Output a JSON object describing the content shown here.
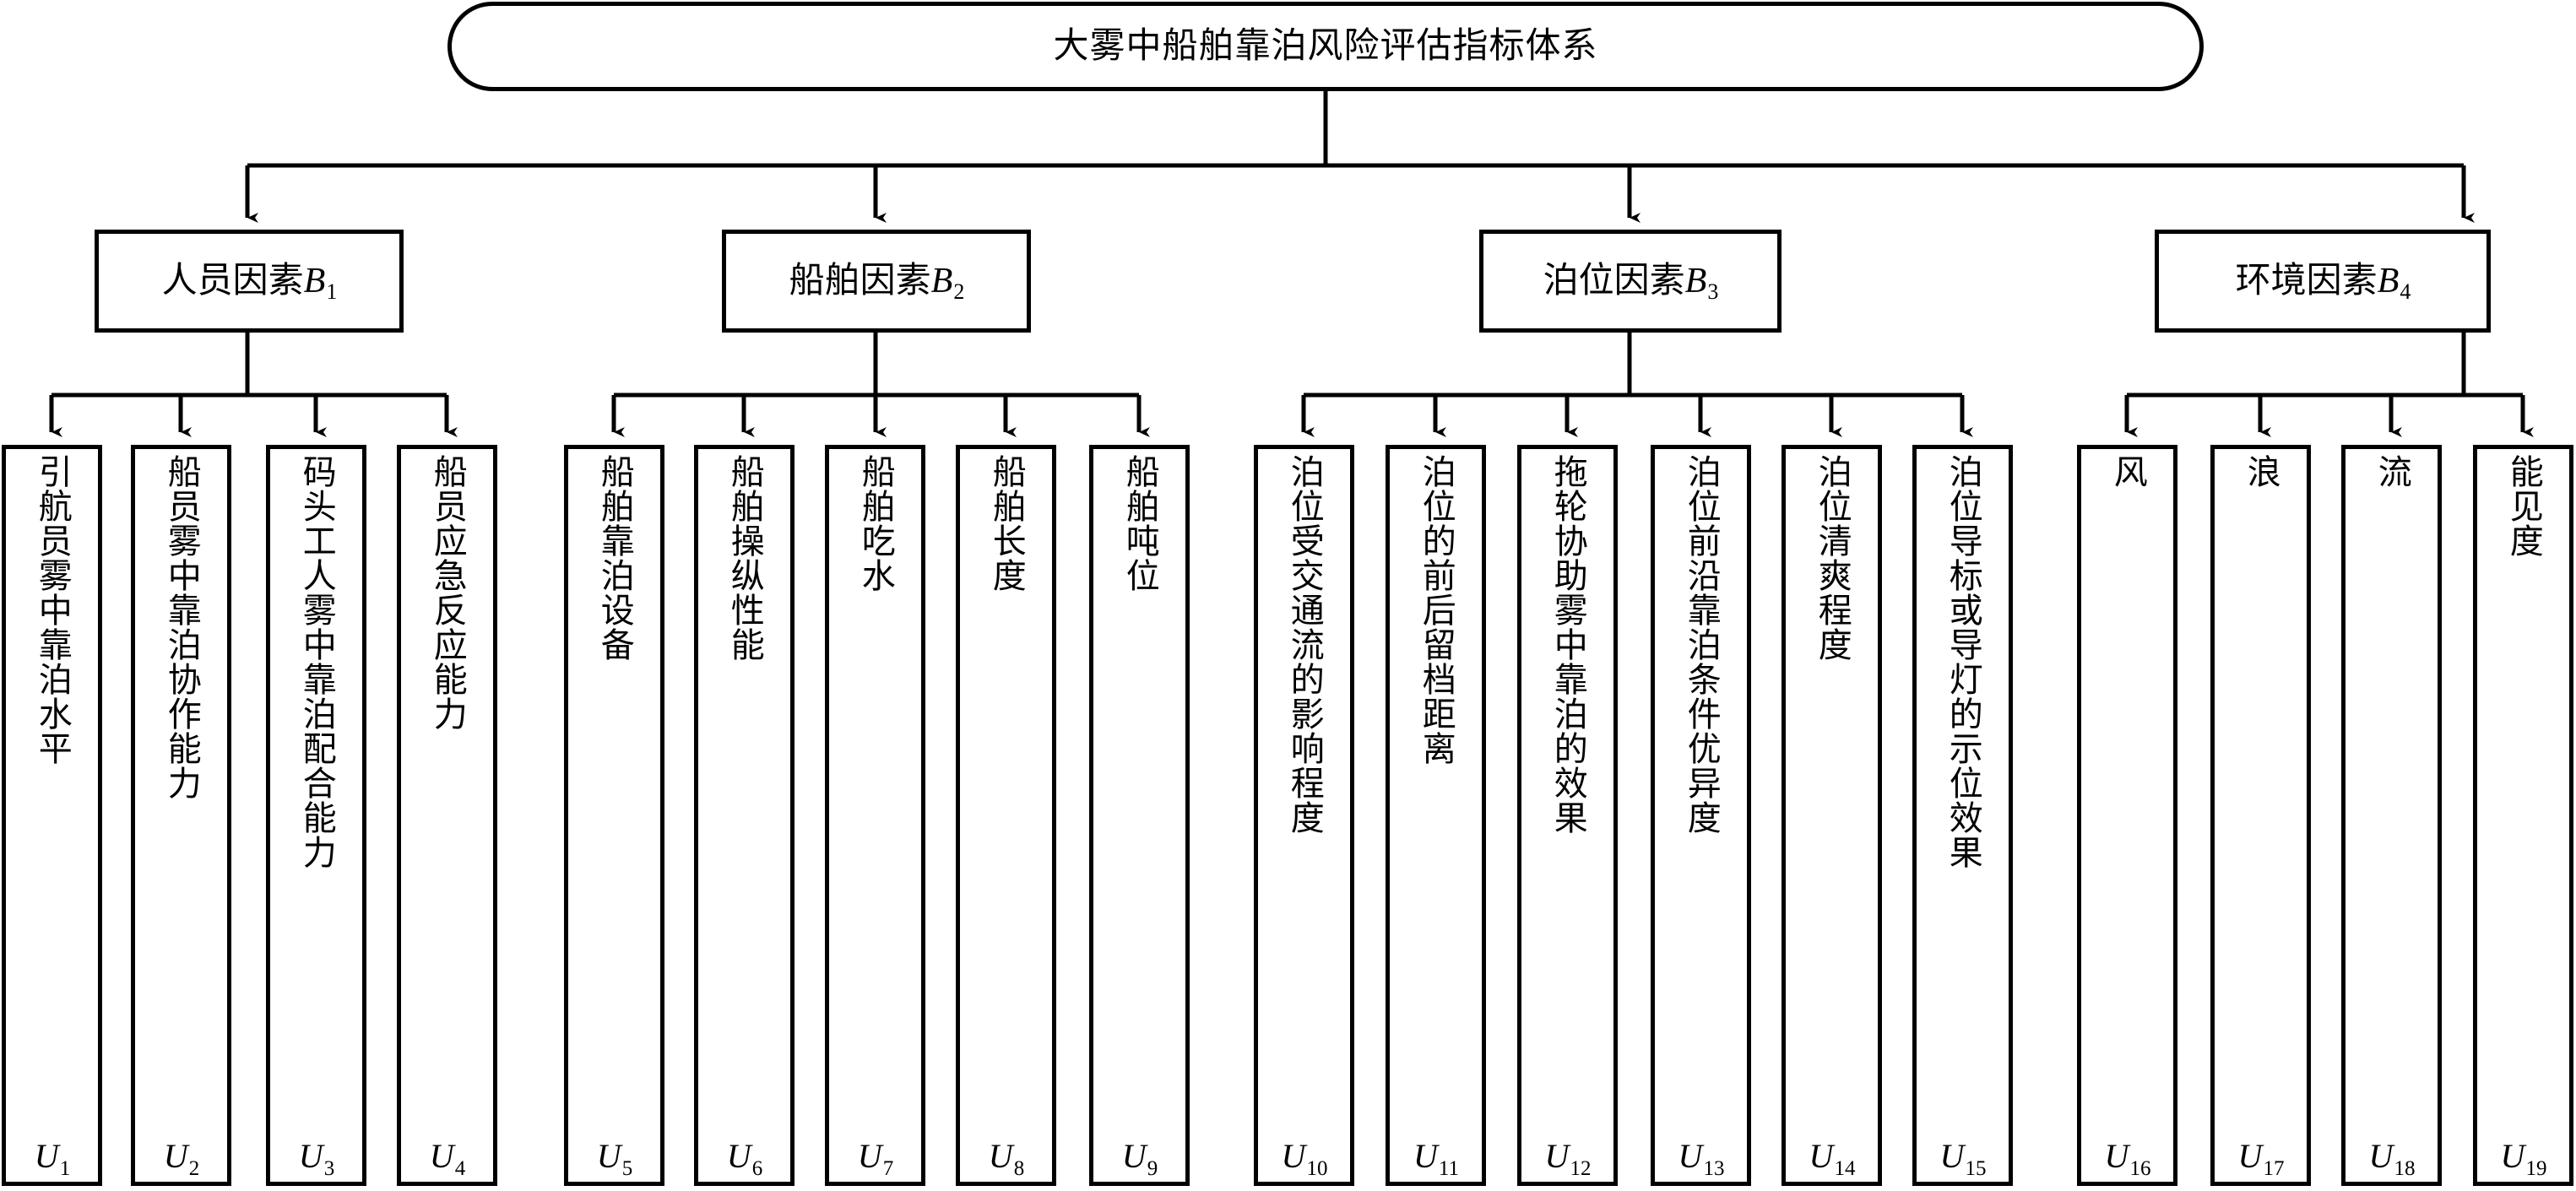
{
  "diagram": {
    "title": "大雾中船舶靠泊风险评估指标体系",
    "criteria": [
      {
        "label": "人员因素",
        "code": "B",
        "index": "1"
      },
      {
        "label": "船舶因素",
        "code": "B",
        "index": "2"
      },
      {
        "label": "泊位因素",
        "code": "B",
        "index": "3"
      },
      {
        "label": "环境因素",
        "code": "B",
        "index": "4"
      }
    ],
    "indicators": [
      {
        "text": "引航员雾中靠泊水平",
        "code": "U",
        "index": "1",
        "group": 0
      },
      {
        "text": "船员雾中靠泊协作能力",
        "code": "U",
        "index": "2",
        "group": 0
      },
      {
        "text": "码头工人雾中靠泊配合能力",
        "code": "U",
        "index": "3",
        "group": 0
      },
      {
        "text": "船员应急反应能力",
        "code": "U",
        "index": "4",
        "group": 0
      },
      {
        "text": "船舶靠泊设备",
        "code": "U",
        "index": "5",
        "group": 1
      },
      {
        "text": "船舶操纵性能",
        "code": "U",
        "index": "6",
        "group": 1
      },
      {
        "text": "船舶吃水",
        "code": "U",
        "index": "7",
        "group": 1
      },
      {
        "text": "船舶长度",
        "code": "U",
        "index": "8",
        "group": 1
      },
      {
        "text": "船舶吨位",
        "code": "U",
        "index": "9",
        "group": 1
      },
      {
        "text": "泊位受交通流的影响程度",
        "code": "U",
        "index": "10",
        "group": 2
      },
      {
        "text": "泊位的前后留档距离",
        "code": "U",
        "index": "11",
        "group": 2
      },
      {
        "text": "拖轮协助雾中靠泊的效果",
        "code": "U",
        "index": "12",
        "group": 2
      },
      {
        "text": "泊位前沿靠泊条件优异度",
        "code": "U",
        "index": "13",
        "group": 2
      },
      {
        "text": "泊位清爽程度",
        "code": "U",
        "index": "14",
        "group": 2
      },
      {
        "text": "泊位导标或导灯的示位效果",
        "code": "U",
        "index": "15",
        "group": 2
      },
      {
        "text": "风",
        "code": "U",
        "index": "16",
        "group": 3
      },
      {
        "text": "浪",
        "code": "U",
        "index": "17",
        "group": 3
      },
      {
        "text": "流",
        "code": "U",
        "index": "18",
        "group": 3
      },
      {
        "text": "能见度",
        "code": "U",
        "index": "19",
        "group": 3
      }
    ],
    "colors": {
      "line": "#000000",
      "background": "#ffffff",
      "text": "#000000"
    }
  }
}
